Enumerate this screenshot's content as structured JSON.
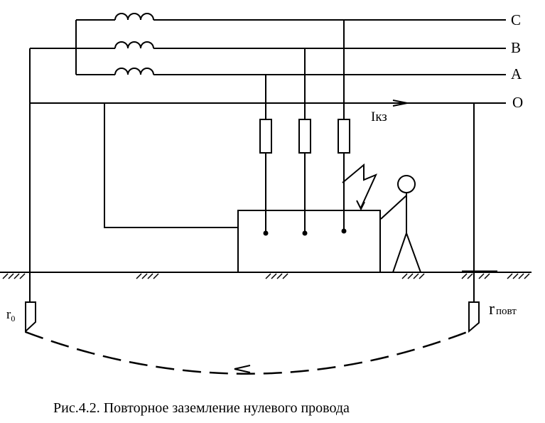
{
  "diagram": {
    "phase_labels": {
      "c": "C",
      "b": "B",
      "a": "A",
      "neutral": "O"
    },
    "current_label": "Iкз",
    "r0": {
      "base": "r",
      "sub": "0"
    },
    "r_repeat": {
      "base": "r",
      "sub": "повт"
    },
    "caption": "Рис.4.2. Повторное заземление нулевого провода"
  },
  "colors": {
    "line": "#000000",
    "background": "#ffffff"
  }
}
